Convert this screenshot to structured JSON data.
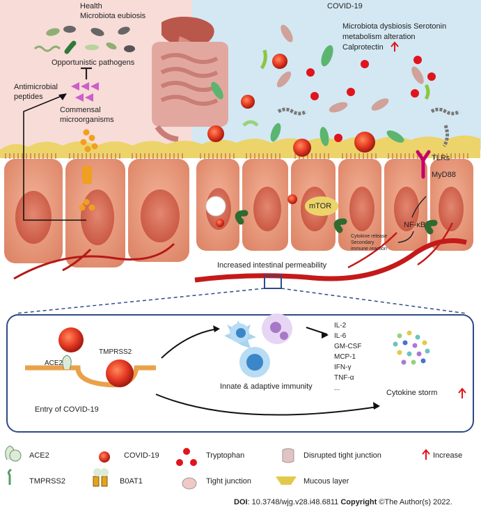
{
  "panels": {
    "health": {
      "title": "Health",
      "eubiosis": "Microbiota eubiosis",
      "opportunistic": "Opportunistic pathogens",
      "amp_line1": "Antimicrobial",
      "amp_line2": "peptides",
      "commensal_line1": "Commensal",
      "commensal_line2": "microorganisms"
    },
    "covid": {
      "title": "COVID-19",
      "dysbiosis_line1": "Microbiota dysbiosis Serotonin",
      "dysbiosis_line2": "metabolism alteration",
      "calprotectin": "Calprotectin",
      "tlrs": "TLRs",
      "myd88": "MyD88",
      "nfkb": "NF-κB",
      "mtor": "mTOR",
      "cytokine_release_line1": "Cytokine release",
      "cytokine_release_line2": "Secondary",
      "cytokine_release_line3": "immune reaction",
      "permeability": "Increased intestinal permeability"
    }
  },
  "detail": {
    "ace2": "ACE2",
    "tmprss2": "TMPRSS2",
    "entry": "Entry of COVID-19",
    "immunity": "Innate & adaptive immunity",
    "cytokines": [
      "IL-2",
      "IL-6",
      "GM-CSF",
      "MCP-1",
      "IFN-γ",
      "TNF-α",
      "..."
    ],
    "storm": "Cytokine storm"
  },
  "legend": {
    "ace2": "ACE2",
    "covid19": "COVID-19",
    "tryptophan": "Tryptophan",
    "disrupted_tj": "Disrupted tight junction",
    "increase": "Increase",
    "tmprss2": "TMPRSS2",
    "b0at1": "B0AT1",
    "tight_junction": "Tight junction",
    "mucous": "Mucous layer"
  },
  "footer": {
    "doi_label": "DOI",
    "doi_value": ": 10.3748/wjg.v28.i48.6811",
    "copyright_label": "Copyright",
    "copyright_value": " ©The Author(s) 2022."
  },
  "colors": {
    "health_bg": "#f7dcd8",
    "covid_bg": "#d3e8f3",
    "cell": "#e5967b",
    "nucleus": "#d46a56",
    "mucus": "#ecd46a",
    "virus": "#e53a24",
    "tryptophan": "#e0141c",
    "frame": "#2e4a86",
    "vessel": "#c41a1a"
  }
}
